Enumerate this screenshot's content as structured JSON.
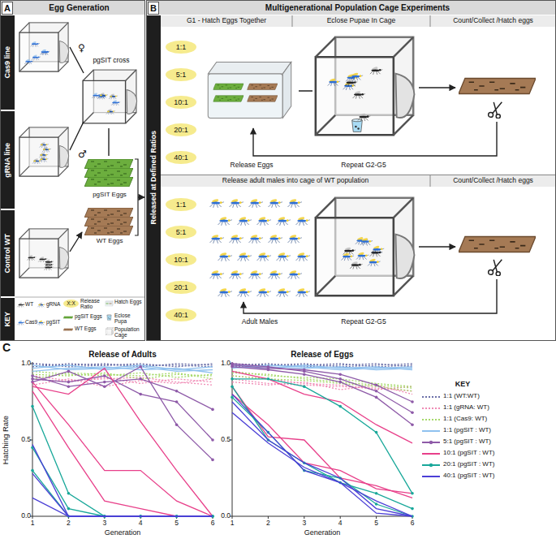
{
  "diagram": {
    "nodes": [
      {
        "text": [
          "A",
          "Egg Generation"
        ]
      },
      {
        "text": [
          "Cas9 line"
        ],
        "in": 0
      },
      {
        "text": [
          "gRNA line"
        ],
        "in": 0
      },
      {
        "text": [
          "Control WT"
        ],
        "in": 0
      },
      {
        "text": [
          "KEY"
        ],
        "in": 0
      },
      {
        "text": [
          "X:X"
        ],
        "in": 0
      },
      {
        "text": [
          "B",
          "Multigenerational Population Cage Experiments"
        ]
      },
      {
        "text": [
          "Released at Defined Ratios"
        ],
        "in": 6
      },
      {
        "text": [
          "1:1"
        ],
        "in": 6
      },
      {
        "text": [
          "5:1"
        ],
        "in": 6
      },
      {
        "text": [
          "10:1"
        ],
        "in": 6
      },
      {
        "text": [
          "20:1"
        ],
        "in": 6
      },
      {
        "text": [
          "40:1"
        ],
        "in": 6
      },
      {
        "text": [
          "1:1"
        ],
        "in": 6
      },
      {
        "text": [
          "5:1"
        ],
        "in": 6
      },
      {
        "text": [
          "10:1"
        ],
        "in": 6
      },
      {
        "text": [
          "20:1"
        ],
        "in": 6
      },
      {
        "text": [
          "40:1"
        ],
        "in": 6
      }
    ],
    "labels": [
      "♀",
      "♂",
      "pgSIT cross",
      "pgSIT Eggs",
      "WT Eggs",
      "WT",
      "gRNA",
      "Cas9",
      "pgSIT",
      "Release Ratio",
      "pgSIT Eggs",
      "WT Eggs",
      "Hatch Eggs",
      "Eclose Pupa",
      "Population Cage",
      "G1 - Hatch Eggs Together",
      "Eclose Pupae In Cage",
      "Count/Collect /Hatch eggs",
      "Release Eggs",
      "Repeat G2-G5",
      "Release adult males into cage of WT population",
      "Count/Collect /Hatch eggs",
      "Adult Males",
      "Repeat G2-G5",
      "C",
      "Release of Adults",
      "Release of Eggs",
      "Hatching Rate",
      "1.0",
      "0.5",
      "0.0",
      "1.0",
      "0.5",
      "0.0",
      "1",
      "2",
      "3",
      "4",
      "5",
      "6",
      "1",
      "2",
      "3",
      "4",
      "5",
      "6",
      "Generation",
      "Generation",
      "KEY"
    ],
    "legend": [
      {
        "text": "1:1 (WT:WT)"
      },
      {
        "text": "1:1 (gRNA: WT)"
      },
      {
        "text": "1:1 (Cas9: WT)"
      },
      {
        "text": "1:1 (pgSIT : WT)"
      },
      {
        "text": "5:1 (pgSIT : WT)"
      },
      {
        "text": "10:1 (pgSIT : WT)"
      },
      {
        "text": "20:1 (pgSIT : WT)"
      },
      {
        "text": "40:1 (pgSIT : WT)"
      }
    ]
  }
}
